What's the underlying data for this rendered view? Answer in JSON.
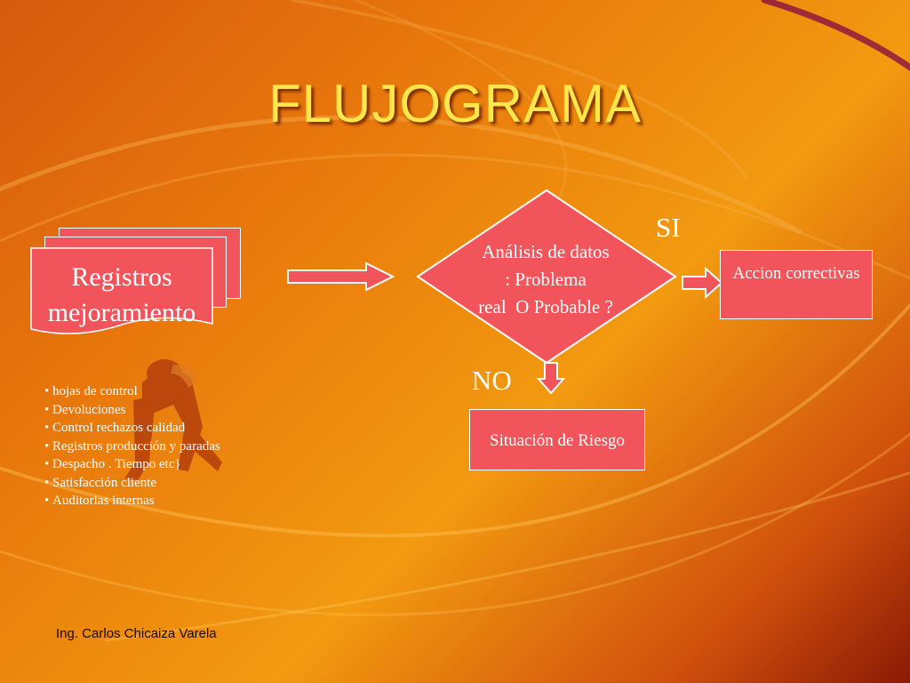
{
  "title": "FLUJOGRAMA",
  "registros": {
    "line1": "Registros",
    "line2": "mejoramiento"
  },
  "bullets": [
    "hojas de control",
    "Devoluciones",
    "Control rechazos calidad",
    "Registros producción y paradas",
    "Despacho . Tiempo etc}",
    "Satisfacción cliente",
    "Auditorias internas"
  ],
  "decision": {
    "text": "Análisis de datos\n: Problema\nreal  O Probable ?"
  },
  "yes_label": "SI",
  "no_label": "NO",
  "yes_box": "Accion correctivas",
  "no_box": "Situación de Riesgo",
  "footer": "Ing. Carlos Chicaiza Varela",
  "colors": {
    "shape_fill": "#f2545b",
    "title": "#ffe64a",
    "background": "#e8780c"
  }
}
